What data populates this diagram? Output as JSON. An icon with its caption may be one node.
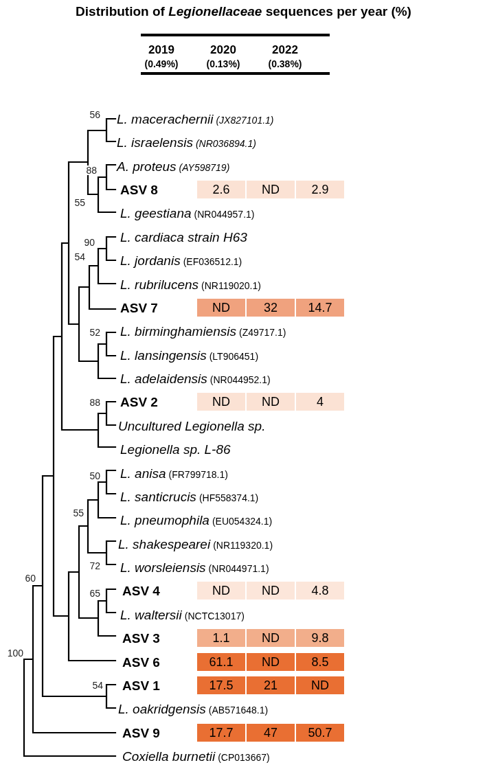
{
  "diagram": {
    "title": "Distribution of *Legionellaceae* sequences per year (%)",
    "labels": [
      "2019",
      "2020",
      "2022",
      "(0.49%)",
      "(0.13%)",
      "(0.38%)",
      "56",
      "L. macerachernii",
      "(JX827101.1)",
      "L. israelensis",
      "(NR036894.1)",
      "88",
      "A. proteus",
      "(AY598719)",
      "ASV 8",
      "2.6",
      "ND",
      "2.9",
      "55",
      "L. geestiana",
      "(NR044957.1)",
      "L. cardiaca strain H63",
      "90",
      "54",
      "L. jordanis",
      "(EF036512.1)",
      "L. rubrilucens",
      "(NR119020.1)",
      "ASV 7",
      "ND",
      "32",
      "14.7",
      "52",
      "L. birminghamiensis",
      "(Z49717.1)",
      "L. lansingensis",
      "(LT906451)",
      "L. adelaidensis",
      "(NR044952.1)",
      "88",
      "ASV 2",
      "ND",
      "ND",
      "4",
      "Uncultured Legionella sp.",
      "Legionella sp. L-86",
      "50",
      "L. anisa",
      "(FR799718.1)",
      "L. santicrucis",
      "(HF558374.1)",
      "55",
      "L. pneumophila",
      "(EU054324.1)",
      "L. shakespearei",
      "(NR119320.1)",
      "72",
      "L. worsleiensis",
      "(NR044971.1)",
      "60",
      "65",
      "ASV 4",
      "ND",
      "ND",
      "4.8",
      "L. waltersii",
      "(NCTC13017)",
      "100",
      "ASV 3",
      "1.1",
      "ND",
      "9.8",
      "ASV 6",
      "61.1",
      "ND",
      "8.5",
      "54",
      "ASV 1",
      "17.5",
      "21",
      "ND",
      "L. oakridgensis",
      "(AB571648.1)",
      "ASV 9",
      "17.7",
      "47",
      "50.7",
      "Coxiella burnetii",
      "(CP013667)"
    ]
  }
}
